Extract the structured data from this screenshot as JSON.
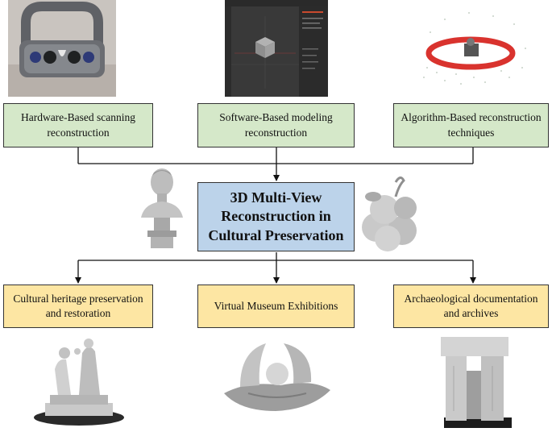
{
  "top_row": [
    {
      "id": "hardware",
      "label": "Hardware-Based scanning\nreconstruction"
    },
    {
      "id": "software",
      "label": "Software-Based modeling\nreconstruction"
    },
    {
      "id": "algorithm",
      "label": "Algorithm-Based reconstruction\ntechniques"
    }
  ],
  "center": {
    "label": "3D Multi-View\nReconstruction in\nCultural Preservation"
  },
  "bottom_row": [
    {
      "id": "heritage",
      "label": "Cultural heritage preservation\nand restoration"
    },
    {
      "id": "museum",
      "label": "Virtual Museum Exhibitions"
    },
    {
      "id": "archaeology",
      "label": "Archaeological documentation\nand archives"
    }
  ],
  "colors": {
    "green_box": "#d5e8c9",
    "blue_box": "#bcd3ea",
    "yellow_box": "#fde6a3",
    "connector": "#111111"
  }
}
